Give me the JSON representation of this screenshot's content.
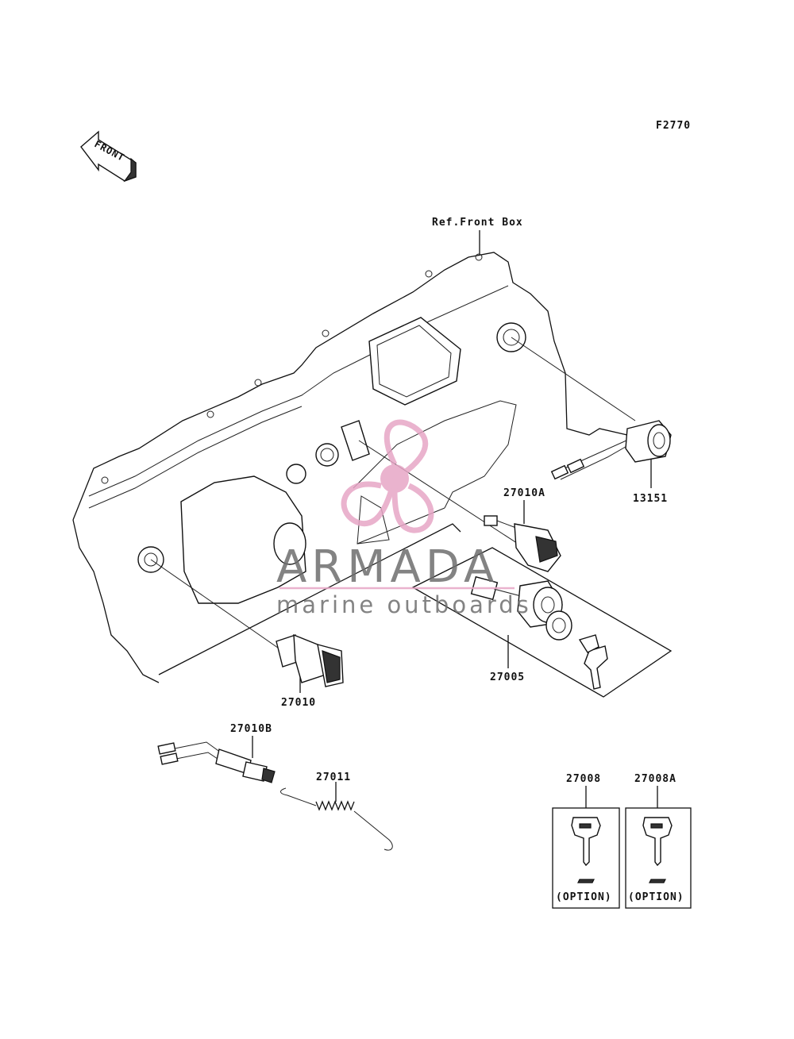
{
  "figure_code": "F2770",
  "front_label": "FRONT",
  "ref_label": "Ref.Front Box",
  "parts": {
    "p13151": "13151",
    "p27010A": "27010A",
    "p27005": "27005",
    "p27010": "27010",
    "p27010B": "27010B",
    "p27011": "27011",
    "p27008": "27008",
    "p27008A": "27008A"
  },
  "option_label": "(OPTION)",
  "watermark": {
    "brand": "ARMADA",
    "tagline": "marine outboards",
    "colors": {
      "logo": "#e7a6c6",
      "text": "#6e6e6e"
    }
  }
}
